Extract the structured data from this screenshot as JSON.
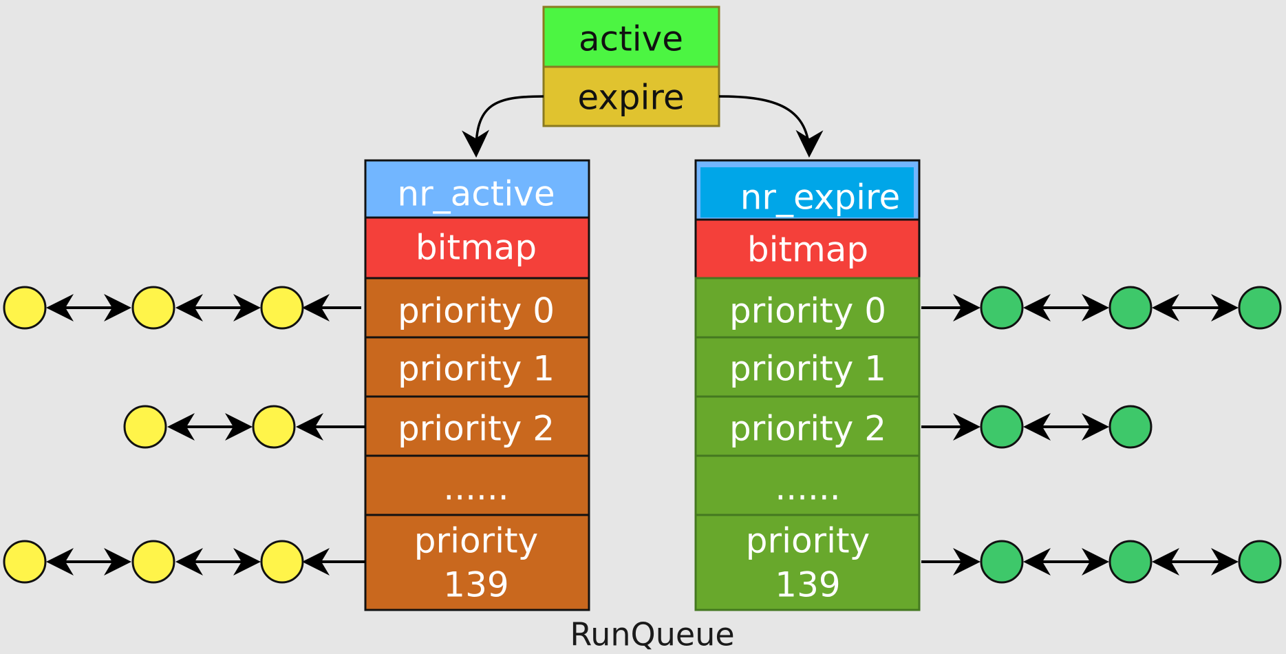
{
  "pointer": {
    "active_label": "active",
    "expire_label": "expire",
    "active_color": "#4cf542",
    "expire_color": "#e0c32f"
  },
  "active_array": {
    "header_label": "nr_active",
    "bitmap_label": "bitmap",
    "header_color": "#72b6ff",
    "bitmap_color": "#f4403a",
    "slot_color": "#c9681e",
    "node_color": "#fff44a",
    "slots": {
      "p0": "priority 0",
      "p1": "priority 1",
      "p2": "priority 2",
      "ellipsis": "......",
      "p139_line1": "priority",
      "p139_line2": "139"
    }
  },
  "expire_array": {
    "header_label": "nr_expire",
    "bitmap_label": "bitmap",
    "header_color": "#00a6e8",
    "bitmap_color": "#f4403a",
    "slot_color": "#68a82c",
    "node_color": "#3ec86a",
    "slots": {
      "p0": "priority 0",
      "p1": "priority 1",
      "p2": "priority 2",
      "ellipsis": "......",
      "p139_line1": "priority",
      "p139_line2": "139"
    }
  },
  "caption": "RunQueue"
}
